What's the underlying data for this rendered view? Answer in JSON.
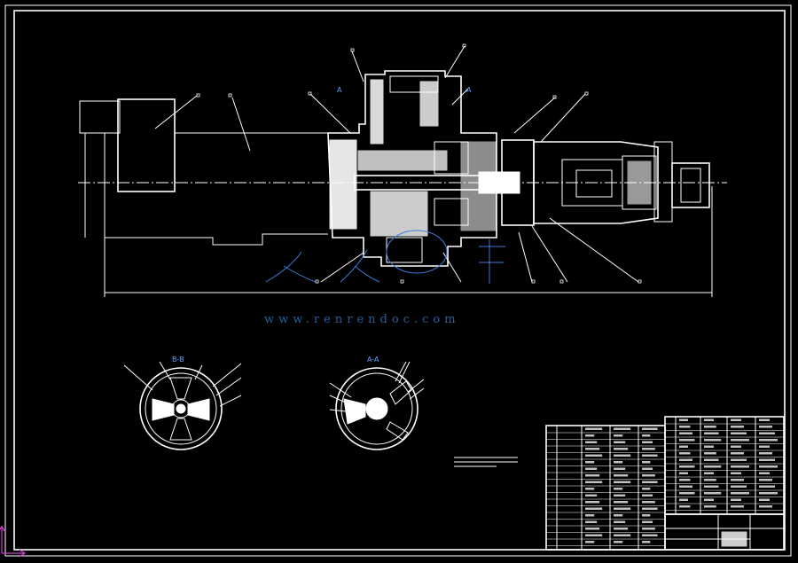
{
  "drawing": {
    "section_labels": {
      "top_a_left": "A",
      "top_a_right": "A",
      "view_bb": "B-B",
      "view_aa": "A-A"
    },
    "watermark": {
      "url": "www.renrendoc.com"
    },
    "colors": {
      "background": "#000000",
      "lines": "#ffffff",
      "watermark": "#2f6fb8",
      "ucs_icon": "#d040d0"
    }
  }
}
